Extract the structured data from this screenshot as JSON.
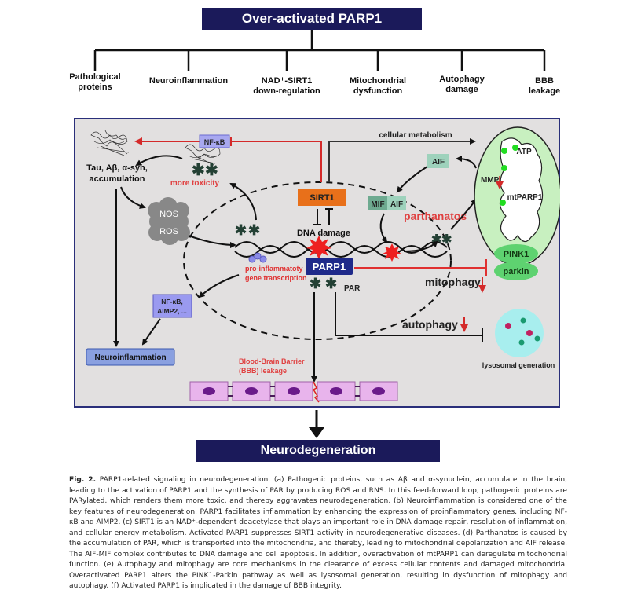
{
  "header": {
    "title": "Over-activated PARP1",
    "categories": [
      {
        "line1": "Pathological",
        "line2": "proteins"
      },
      {
        "line1": "Neuroinflammation",
        "line2": ""
      },
      {
        "line1": "NAD⁺-SIRT1",
        "line2": "down-regulation"
      },
      {
        "line1": "Mitochondrial",
        "line2": "dysfunction"
      },
      {
        "line1": "Autophagy",
        "line2": "damage"
      },
      {
        "line1": "BBB",
        "line2": "leakage"
      }
    ]
  },
  "diagram": {
    "nfkb_top": "NF-κB",
    "tau_line1": "Tau, Aβ, α-syn,",
    "tau_line2": "accumulation",
    "more_toxicity": "more toxicity",
    "nos": "NOS",
    "ros": "ROS",
    "sirt1": "SIRT1",
    "dna_damage": "DNA damage",
    "cellular_metabolism": "cellular metabolism",
    "aif": "AIF",
    "mif": "MIF",
    "aif2": "AIF",
    "parthanatos": "parthanatos",
    "atp": "ATP",
    "mmp": "MMP",
    "mtparp1": "mtPARP1",
    "pink1": "PINK1",
    "parkin": "parkin",
    "parp1": "PARP1",
    "par": "PAR",
    "mitophagy": "mitophagy",
    "autophagy": "autophagy",
    "lysosomal": "lysosomal generation",
    "pro_infl_line1": "pro-inflammatoty",
    "pro_infl_line2": "gene transcription",
    "nfkb_aimp_line1": "NF-κB,",
    "nfkb_aimp_line2": "AIMP2, ...",
    "neuroinflammation": "Neuroinflammation",
    "bbb_line1": "Blood-Brain Barrier",
    "bbb_line2": "(BBB) leakage"
  },
  "footer": {
    "title": "Neurodegeneration"
  },
  "caption": {
    "label": "Fig. 2.",
    "text": " PARP1-related signaling in neurodegeneration. (a) Pathogenic proteins, such as Aβ and α-synuclein, accumulate in the brain, leading to the activation of PARP1 and the synthesis of PAR by producing ROS and RNS. In this feed-forward loop, pathogenic proteins are PARylated, which renders them more toxic, and thereby aggravates neurodegeneration. (b) Neuroinflammation is considered one of the key features of neurodegeneration. PARP1 facilitates inflammation by enhancing the expression of proinflammatory genes, including NF-κB and AIMP2. (c) SIRT1 is an NAD⁺-dependent deacetylase that plays an important role in DNA damage repair, resolution of inflammation, and cellular energy metabolism. Activated PARP1 suppresses SIRT1 activity in neurodegenerative diseases. (d) Parthanatos is caused by the accumulation of PAR, which is transported into the mitochondria, and thereby, leading to mitochondrial depolarization and AIF release. The AIF-MIF complex contributes to DNA damage and cell apoptosis. In addition, overactivation of mtPARP1 can deregulate mitochondrial function. (e) Autophagy and mitophagy are core mechanisms in the clearance of excess cellular contents and damaged mitochondria. Overactivated PARP1 alters the PINK1-Parkin pathway as well as lysosomal generation, resulting in dysfunction of mitophagy and autophagy. (f) Activated PARP1 is implicated in the damage of BBB integrity."
  },
  "colors": {
    "navy": "#1b1a5a",
    "panel_bg": "#e2e0e0",
    "red": "#e03030",
    "orange": "#e8701a",
    "mito_green": "#c8f0c0",
    "lyso_cyan": "#a8eeee",
    "cell_pink": "#e8b4ec"
  }
}
